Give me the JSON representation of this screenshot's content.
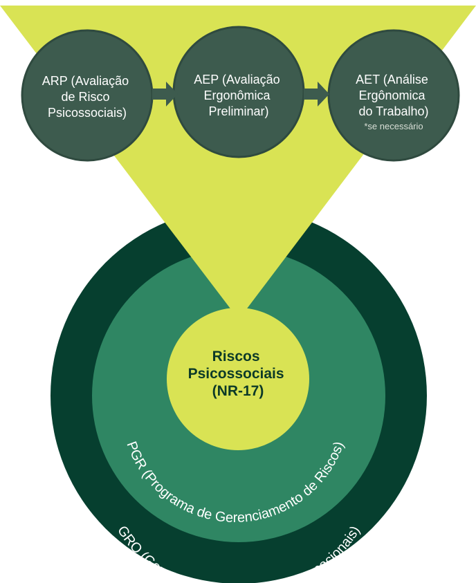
{
  "steps": [
    {
      "lines": [
        "ARP (Avaliação",
        "de Risco",
        "Psicossociais)"
      ],
      "note": ""
    },
    {
      "lines": [
        "AEP (Avaliação",
        "Ergonômica",
        "Preliminar)"
      ],
      "note": ""
    },
    {
      "lines": [
        "AET (Análise",
        "Ergônomica",
        "do Trabalho)"
      ],
      "note": "*se necessário"
    }
  ],
  "center": {
    "lines": [
      "Riscos",
      "Psicossociais",
      "(NR-17)"
    ]
  },
  "inner_ring_label": "PGR (Programa de Gerenciamento de Riscos)",
  "outer_ring_label": "GRO (Gerenciamento de Riscos Ocupacionais)",
  "colors": {
    "funnel": "#d9e354",
    "step_circle": "#3d5b4e",
    "step_circle_border": "#2f4a3f",
    "arrow": "#3d5b4e",
    "outer_ring": "#063f2f",
    "inner_ring": "#2f8663",
    "center": "#d9e354",
    "center_text": "#0c3a28"
  }
}
